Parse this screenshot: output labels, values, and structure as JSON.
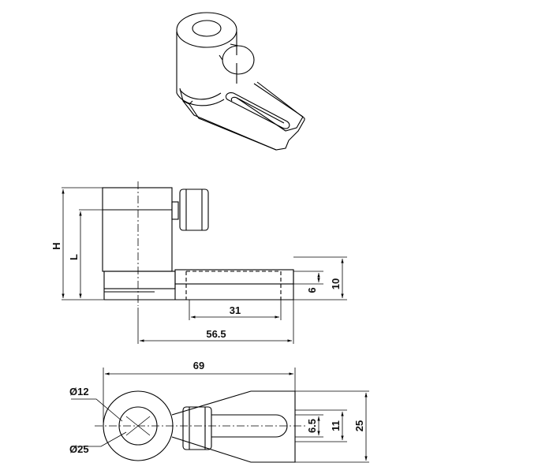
{
  "dimensions": {
    "height": "H",
    "length": "L",
    "slot_depth": "6",
    "base_thickness": "10",
    "slot_length": "31",
    "arm_length": "56.5",
    "overall_length": "69",
    "bore_diameter": "Ø12",
    "body_diameter": "Ø25",
    "slot_width": "6.5",
    "slot_outer_width": "11",
    "overall_width": "25"
  },
  "colors": {
    "line": "#000000",
    "dimension": "#222222",
    "background": "#ffffff"
  }
}
